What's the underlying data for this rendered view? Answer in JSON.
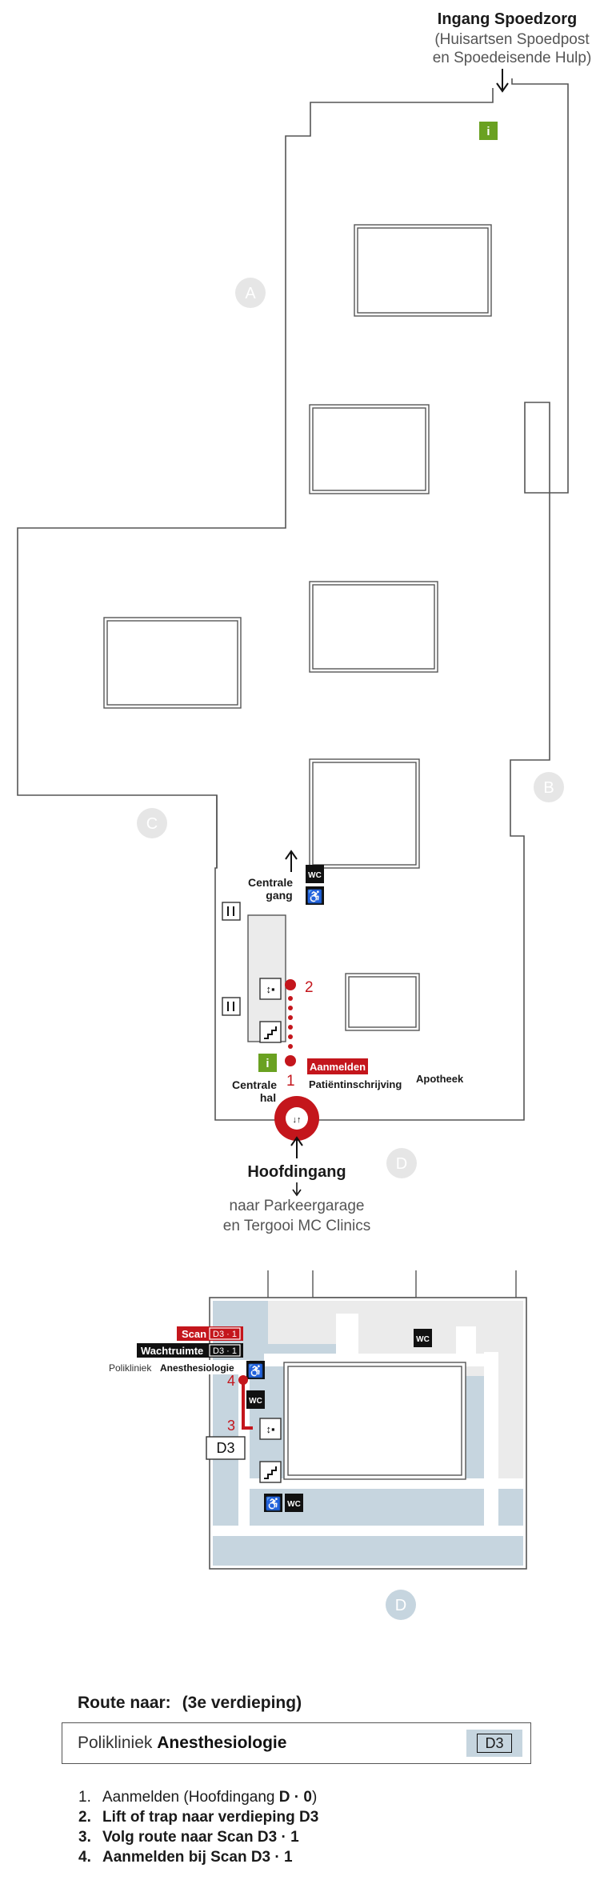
{
  "map_top": {
    "entrance_emergency": {
      "title": "Ingang Spoedzorg",
      "line1": "(Huisartsen Spoedpost",
      "line2": "en Spoedeisende Hulp)"
    },
    "zones": {
      "a": "A",
      "b": "B",
      "c": "C",
      "d": "D"
    },
    "central_corridor": {
      "line1": "Centrale",
      "line2": "gang"
    },
    "central_hall": {
      "line1": "Centrale",
      "line2": "hal"
    },
    "wc_label": "WC",
    "info_label": "i",
    "register_label": "Aanmelden",
    "patient_registration": "Patiëntinschrijving",
    "pharmacy": "Apotheek",
    "main_entrance": {
      "title": "Hoofdingang",
      "line1": "naar Parkeergarage",
      "line2": "en Tergooi MC Clinics"
    },
    "route_markers": {
      "one": "1",
      "two": "2"
    }
  },
  "map_bottom": {
    "scan_label": "Scan",
    "scan_code": "D3 · 1",
    "waiting_label": "Wachtruimte",
    "waiting_code": "D3 · 1",
    "clinic_prefix": "Polikliniek",
    "clinic_name": "Anesthesiologie",
    "floor_tag": "D3",
    "wc_label": "WC",
    "zone_d": "D",
    "route_markers": {
      "three": "3",
      "four": "4"
    }
  },
  "route": {
    "heading": "Route naar:",
    "floor": "(3e verdieping)",
    "destination_prefix": "Polikliniek",
    "destination_name": "Anesthesiologie",
    "destination_code": "D3",
    "steps": [
      {
        "num": "1.",
        "text": "Aanmelden (Hoofdingang ",
        "bold": "D · 0",
        "tail": ")"
      },
      {
        "num": "2.",
        "text": "Lift of trap naar verdieping D3"
      },
      {
        "num": "3.",
        "text": "Volg route naar Scan D3 · 1"
      },
      {
        "num": "4.",
        "text": "Aanmelden bij Scan D3 · 1"
      }
    ]
  },
  "colors": {
    "route_red": "#c4161c",
    "info_green": "#6aa121",
    "zone_circle": "#e6e6e6",
    "zone_circle_blue": "#c6d5df",
    "area_blue": "#c6d5df",
    "area_grey": "#ebebeb"
  }
}
